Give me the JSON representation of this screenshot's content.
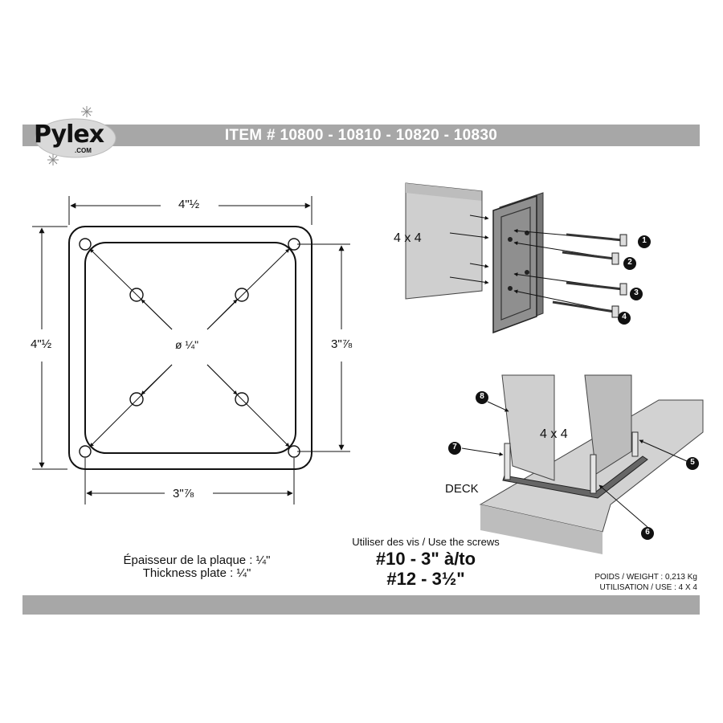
{
  "header": {
    "logo_text": "Pylex",
    "logo_suffix": ".COM",
    "title": "ITEM # 10800 - 10810 - 10820 - 10830"
  },
  "plate_drawing": {
    "width_top": "4\"½",
    "height_left": "4\"½",
    "inner_height_right": "3\"⅞",
    "inner_width_bottom": "3\"⅞",
    "hole_diameter": "ø ¼\""
  },
  "thickness": {
    "line1": "Épaisseur de la plaque : ¼\"",
    "line2": "Thickness plate : ¼\""
  },
  "screws": {
    "intro": "Utiliser des vis / Use the screws",
    "line1": "#10 - 3\" à/to",
    "line2": "#12 - 3½\""
  },
  "specs": {
    "weight": "POIDS / WEIGHT : 0,213 Kg",
    "use": "UTILISATION / USE : 4 X 4"
  },
  "top_diagram": {
    "post_label": "4 x 4",
    "callouts": [
      "1",
      "2",
      "3",
      "4"
    ]
  },
  "bottom_diagram": {
    "post_label": "4 x 4",
    "deck_label": "DECK",
    "callouts": [
      "5",
      "6",
      "7",
      "8"
    ]
  }
}
